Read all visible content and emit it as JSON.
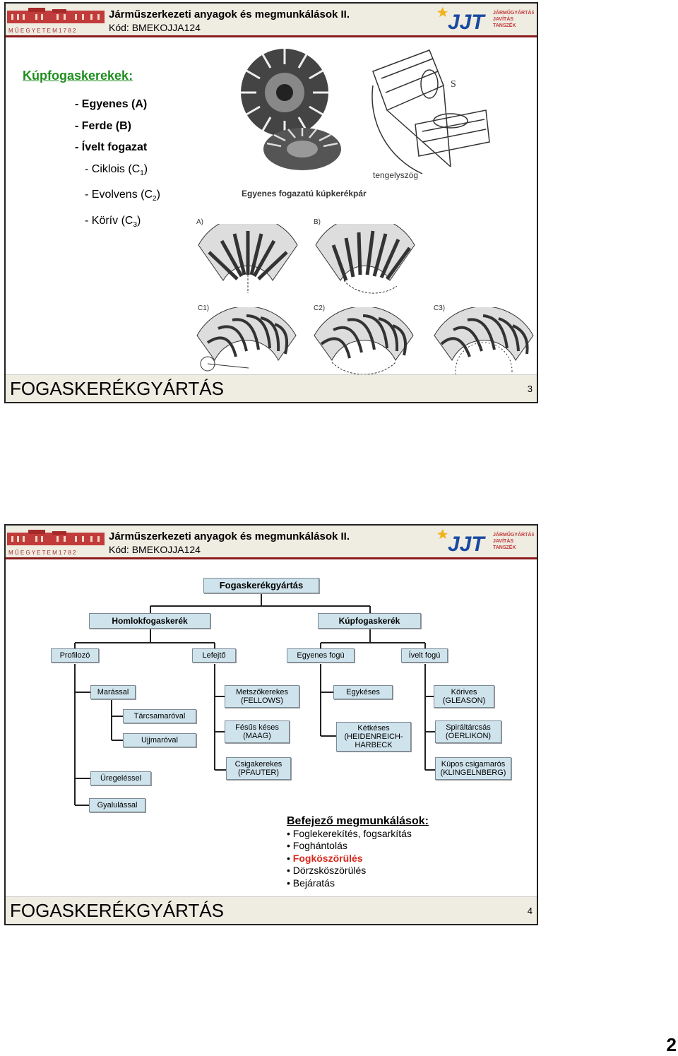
{
  "header": {
    "course_title": "Járműszerkezeti anyagok és megmunkálások II.",
    "course_code": "Kód: BMEKOJJA124",
    "bme_logo_text": "M Ű E G Y E T E M  1 7 8 2",
    "jjt_logo_text": "JJT",
    "jjt_logo_sub": "JÁRMŰGYÁRTÁS ÉS JAVÍTÁS TANSZÉK"
  },
  "slide1": {
    "heading": "Kúpfogaskerekek:",
    "types": {
      "a": "- Egyenes (A)",
      "b": "- Ferde (B)",
      "c": "- Ívelt fogazat",
      "c1": "- Ciklois (C",
      "c1_sub": "1",
      "c2": "- Evolvens (C",
      "c2_sub": "2",
      "c3": "- Körív (C",
      "c3_sub": "3",
      "close": ")"
    },
    "photo_caption": "Egyenes fogazatú kúpkerékpár",
    "axis_label": "tengelyszög",
    "diagram_labels": {
      "a": "A)",
      "b": "B)",
      "c1": "C1)",
      "c2": "C2)",
      "c3": "C3)"
    },
    "footer_title": "FOGASKERÉKGYÁRTÁS",
    "page_num": "3"
  },
  "slide2": {
    "root": "Fogaskerékgyártás",
    "level1": {
      "left": "Homlokfogaskerék",
      "right": "Kúpfogaskerék"
    },
    "level2": {
      "profilozo": "Profilozó",
      "lefejto": "Lefejtő",
      "egyenes": "Egyenes fogú",
      "ivelt": "Ívelt fogú"
    },
    "leaves": {
      "marassal": "Marással",
      "tarcsamaroval": "Tárcsamaróval",
      "ujjmaroval": "Ujjmaróval",
      "uregelessel": "Üregeléssel",
      "gyalulassal": "Gyalulással",
      "metszokerekes": "Metszőkerekes\n(FELLOWS)",
      "fesus": "Fésűs késes\n(MAAG)",
      "csigakerekes": "Csigakerekes\n(PFAUTER)",
      "egykeses": "Egykéses",
      "ketkeses": "Kétkéses\n(HEIDENREICH-\nHARBECK",
      "koriv": "Körives\n(GLEASON)",
      "spiral": "Spiráltárcsás\n(OERLIKON)",
      "kupos": "Kúpos csigamarós\n(KLINGELNBERG)"
    },
    "finishing": {
      "title": "Befejező megmunkálások:",
      "items": [
        "Foglekerekítés, fogsarkítás",
        "Foghántolás",
        "Fogköszörülés",
        "Dörzsköszörülés",
        "Bejáratás"
      ]
    },
    "footer_title": "FOGASKERÉKGYÁRTÁS",
    "page_num": "4"
  },
  "document_page": "2"
}
